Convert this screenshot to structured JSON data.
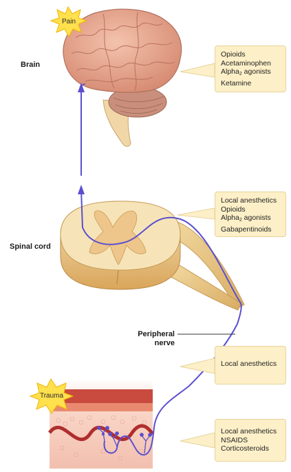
{
  "labels": {
    "brain": "Brain",
    "spinal_cord": "Spinal cord",
    "peripheral_nerve_line1": "Peripheral",
    "peripheral_nerve_line2": "nerve"
  },
  "bursts": {
    "pain": "Pain",
    "trauma": "Trauma"
  },
  "callouts": {
    "brain": {
      "lines": [
        "Opioids",
        "Acetaminophen",
        "Alpha",
        "Ketamine"
      ],
      "alpha_sub": "2",
      "alpha_rest": " agonists"
    },
    "spinal": {
      "lines": [
        "Local anesthetics",
        "Opioids",
        "Alpha",
        "Gabapentinoids"
      ],
      "alpha_sub": "2",
      "alpha_rest": " agonists"
    },
    "nerve": {
      "lines": [
        "Local anesthetics"
      ]
    },
    "skin": {
      "lines": [
        "Local anesthetics",
        "NSAIDS",
        "Corticosteroids"
      ]
    }
  },
  "colors": {
    "pathway": "#5a4fcf",
    "callout_fill": "#fdf0c8",
    "burst_fill": "#ffe04d",
    "brain_fill": "#e7a48d",
    "cord_fill": "#f1d9a4",
    "skin_fill": "#f4c7b8"
  }
}
